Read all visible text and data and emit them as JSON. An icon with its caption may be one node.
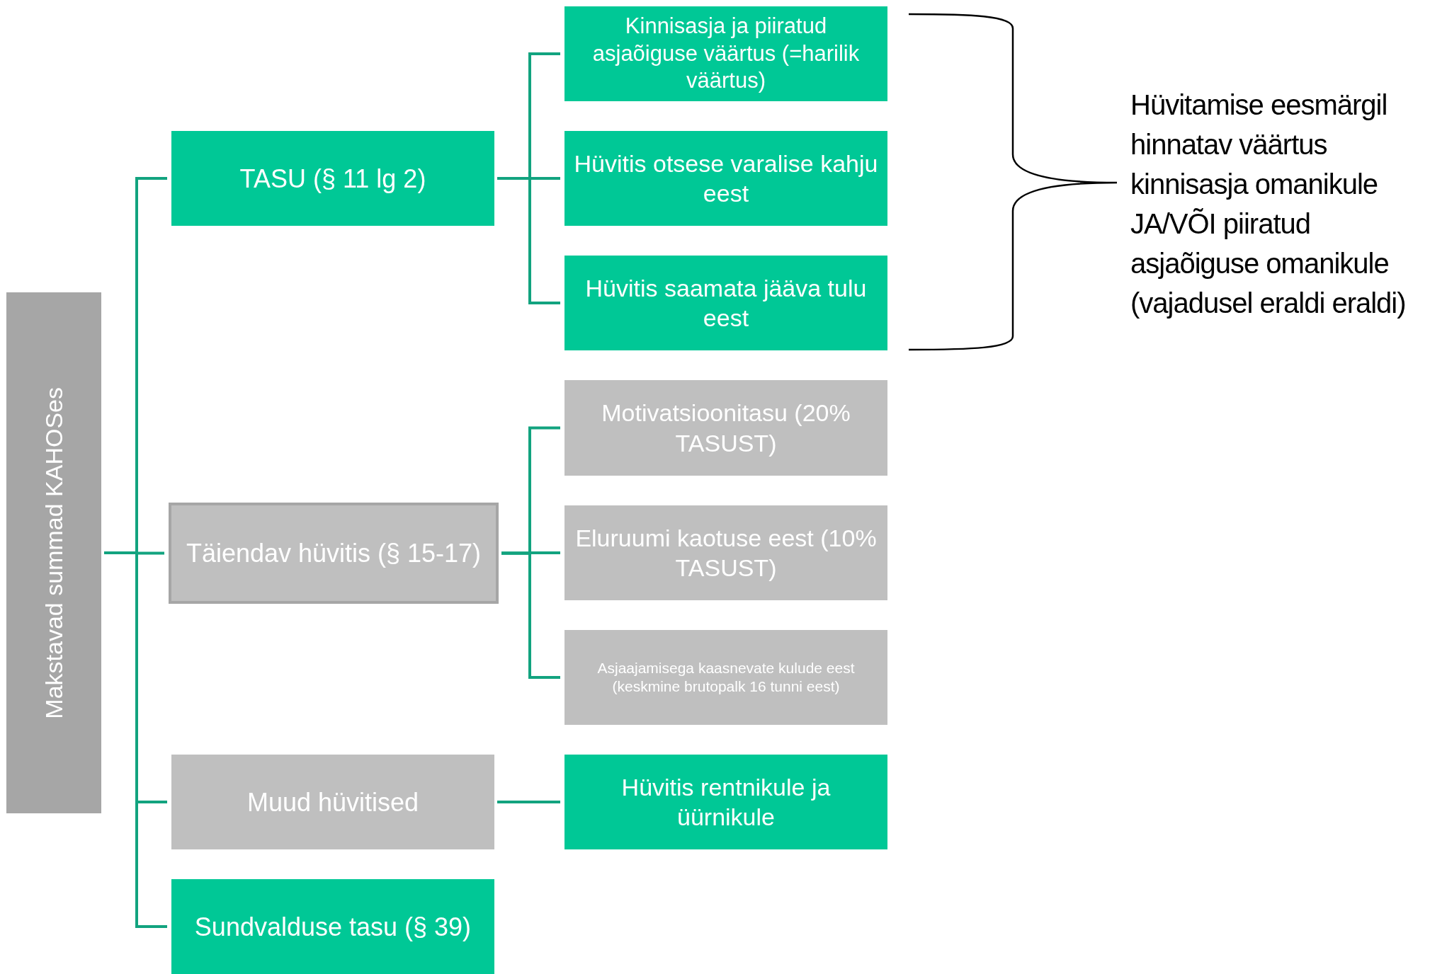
{
  "diagram": {
    "nodes": [
      {
        "text": [
          "Makstavad summad KAHOSes"
        ]
      },
      {
        "text": [
          "TASU (§ 11 lg 2)"
        ]
      },
      {
        "text": [
          "Täiendav hüvitis (§ 15-17)"
        ]
      },
      {
        "text": [
          "Muud hüvitised"
        ]
      },
      {
        "text": [
          "Sundvalduse tasu (§ 39)"
        ]
      },
      {
        "text": [
          "Kinnisasja ja piiratud asjaõiguse väärtus (=harilik väärtus)"
        ]
      },
      {
        "text": [
          "Hüvitis otsese varalise kahju eest"
        ]
      },
      {
        "text": [
          "Hüvitis saamata jääva tulu eest"
        ]
      },
      {
        "text": [
          "Motivatsioonitasu (20% TASUST)"
        ]
      },
      {
        "text": [
          "Eluruumi kaotuse eest (10% TASUST)"
        ]
      },
      {
        "text": [
          "Asjaajamisega kaasnevate kulude eest (keskmine brutopalk 16 tunni eest)"
        ]
      },
      {
        "text": [
          "Hüvitis rentnikule ja üürnikule"
        ]
      }
    ],
    "edges": [
      {
        "from": 0,
        "to": 1,
        "arrow": "none"
      },
      {
        "from": 0,
        "to": 2,
        "arrow": "none"
      },
      {
        "from": 0,
        "to": 3,
        "arrow": "none"
      },
      {
        "from": 0,
        "to": 4,
        "arrow": "none"
      },
      {
        "from": 1,
        "to": 5,
        "arrow": "none"
      },
      {
        "from": 1,
        "to": 6,
        "arrow": "none"
      },
      {
        "from": 1,
        "to": 7,
        "arrow": "none"
      },
      {
        "from": 2,
        "to": 8,
        "arrow": "none"
      },
      {
        "from": 2,
        "to": 9,
        "arrow": "none"
      },
      {
        "from": 2,
        "to": 10,
        "arrow": "none"
      },
      {
        "from": 3,
        "to": 11,
        "arrow": "none"
      }
    ],
    "labels": [
      "Hüvitamise eesmärgil hinnatav väärtus kinnisasja omanikule JA/VÕI piiratud asjaõiguse omanikule (vajadusel eraldi eraldi)"
    ]
  }
}
